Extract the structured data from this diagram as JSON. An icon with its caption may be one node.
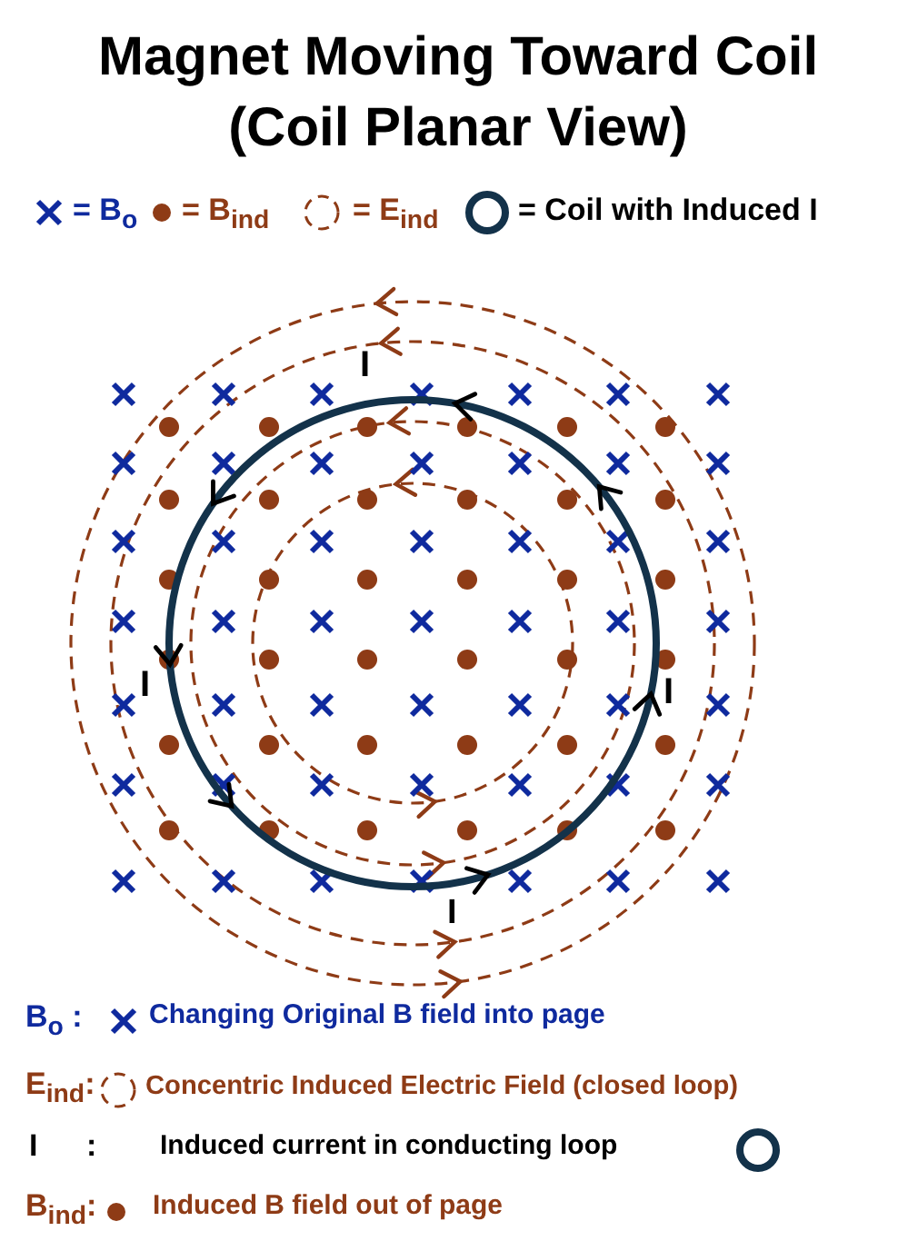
{
  "diagram": {
    "title": "Magnet Moving Toward Coil (Coil Planar View)",
    "labels": [
      "I",
      "I",
      "I",
      "I",
      "B$_{o}$ :",
      "Changing Original B field into page",
      "E$_{ind}$:",
      "Concentric Induced Electric Field (closed loop)",
      "I :",
      "Induced current in conducting loop",
      "B$_{ind}$:",
      "Induced B field out of page"
    ],
    "legend": [
      {
        "text": "= B$_{o}$"
      },
      {
        "text": "= B$_{ind}$"
      },
      {
        "text": "= E$_{ind}$"
      },
      {
        "text": "= Coil with Induced I"
      }
    ]
  }
}
